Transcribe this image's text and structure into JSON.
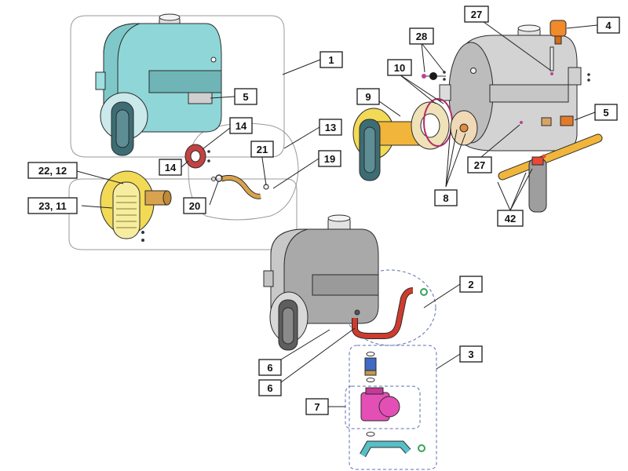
{
  "diagram": {
    "colors": {
      "tank_cyan": "#8fd6d8",
      "tank_grey": "#a9a9a9",
      "tank_light": "#d3d3d3",
      "flange_yellow": "#f2da56",
      "door_blue": "#3d6d74",
      "burner_tube": "#d9a24e",
      "gasket_red": "#c44242",
      "hose_red": "#cf3b2d",
      "pump_magenta": "#e44fb6",
      "elbow_cyan": "#58bfc6",
      "vent_orange": "#f08a2b",
      "pipe_yellow": "#f0b53a"
    },
    "callouts": [
      {
        "id": "c1",
        "label": "1"
      },
      {
        "id": "c5a",
        "label": "5"
      },
      {
        "id": "c14a",
        "label": "14"
      },
      {
        "id": "c14b",
        "label": "14"
      },
      {
        "id": "c13",
        "label": "13"
      },
      {
        "id": "c21",
        "label": "21"
      },
      {
        "id": "c19",
        "label": "19"
      },
      {
        "id": "c20",
        "label": "20"
      },
      {
        "id": "c2212",
        "label": "22, 12"
      },
      {
        "id": "c2311",
        "label": "23, 11"
      },
      {
        "id": "c27a",
        "label": "27"
      },
      {
        "id": "c4",
        "label": "4"
      },
      {
        "id": "c28",
        "label": "28"
      },
      {
        "id": "c10",
        "label": "10"
      },
      {
        "id": "c9",
        "label": "9"
      },
      {
        "id": "c5b",
        "label": "5"
      },
      {
        "id": "c27b",
        "label": "27"
      },
      {
        "id": "c8",
        "label": "8"
      },
      {
        "id": "c42",
        "label": "42"
      },
      {
        "id": "c2",
        "label": "2"
      },
      {
        "id": "c3",
        "label": "3"
      },
      {
        "id": "c6a",
        "label": "6"
      },
      {
        "id": "c6b",
        "label": "6"
      },
      {
        "id": "c7",
        "label": "7"
      }
    ]
  }
}
